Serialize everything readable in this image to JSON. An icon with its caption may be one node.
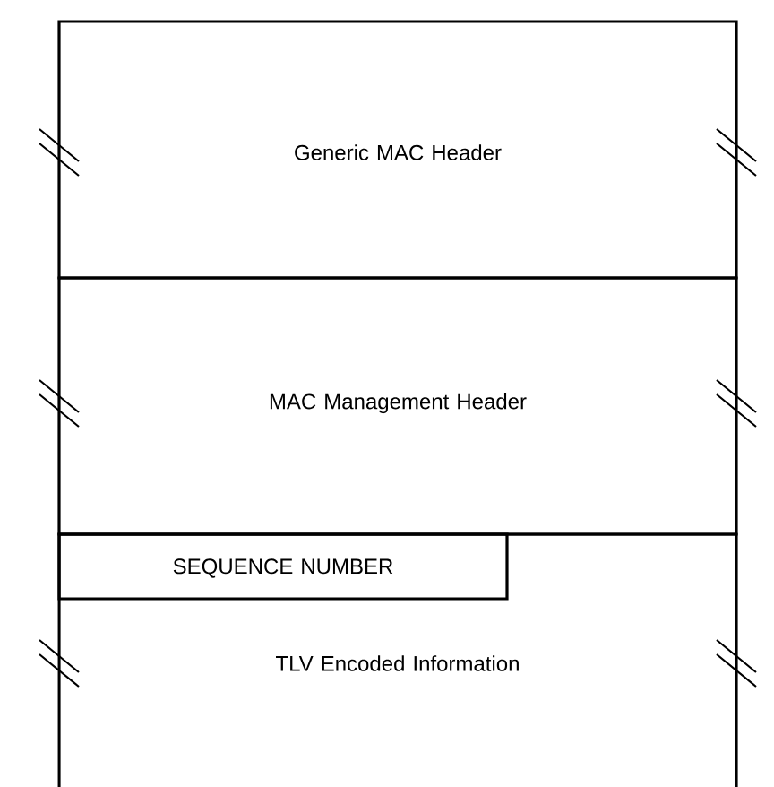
{
  "diagram": {
    "nodes": [
      {
        "text": [
          "Generic MAC Header"
        ]
      },
      {
        "text": [
          "MAC Management Header"
        ]
      },
      {
        "text": [
          "TLV Encoded Information"
        ]
      },
      {
        "text": [
          "SEQUENCE NUMBER"
        ],
        "in": 2
      }
    ]
  }
}
